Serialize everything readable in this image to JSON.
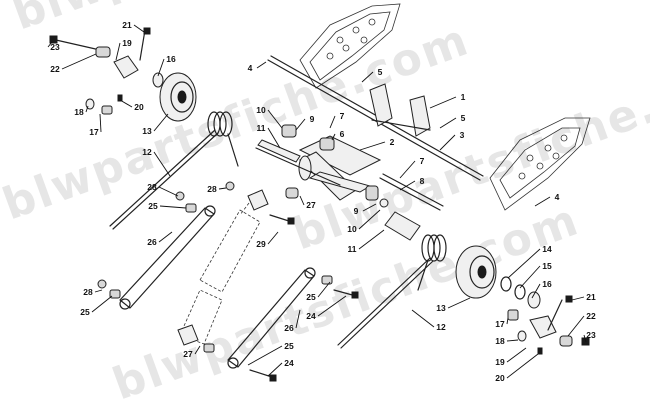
{
  "watermark": "blwpartsfiche.com",
  "callouts": [
    {
      "n": "1"
    },
    {
      "n": "2"
    },
    {
      "n": "3"
    },
    {
      "n": "4"
    },
    {
      "n": "4"
    },
    {
      "n": "5"
    },
    {
      "n": "5"
    },
    {
      "n": "6"
    },
    {
      "n": "7"
    },
    {
      "n": "7"
    },
    {
      "n": "8"
    },
    {
      "n": "9"
    },
    {
      "n": "9"
    },
    {
      "n": "10"
    },
    {
      "n": "10"
    },
    {
      "n": "11"
    },
    {
      "n": "11"
    },
    {
      "n": "12"
    },
    {
      "n": "12"
    },
    {
      "n": "13"
    },
    {
      "n": "13"
    },
    {
      "n": "14"
    },
    {
      "n": "15"
    },
    {
      "n": "16"
    },
    {
      "n": "16"
    },
    {
      "n": "17"
    },
    {
      "n": "17"
    },
    {
      "n": "18"
    },
    {
      "n": "18"
    },
    {
      "n": "19"
    },
    {
      "n": "19"
    },
    {
      "n": "20"
    },
    {
      "n": "20"
    },
    {
      "n": "21"
    },
    {
      "n": "21"
    },
    {
      "n": "22"
    },
    {
      "n": "22"
    },
    {
      "n": "23"
    },
    {
      "n": "23"
    },
    {
      "n": "24"
    },
    {
      "n": "24"
    },
    {
      "n": "25"
    },
    {
      "n": "25"
    },
    {
      "n": "25"
    },
    {
      "n": "25"
    },
    {
      "n": "26"
    },
    {
      "n": "26"
    },
    {
      "n": "27"
    },
    {
      "n": "27"
    },
    {
      "n": "28"
    },
    {
      "n": "28"
    },
    {
      "n": "28"
    },
    {
      "n": "29"
    }
  ]
}
